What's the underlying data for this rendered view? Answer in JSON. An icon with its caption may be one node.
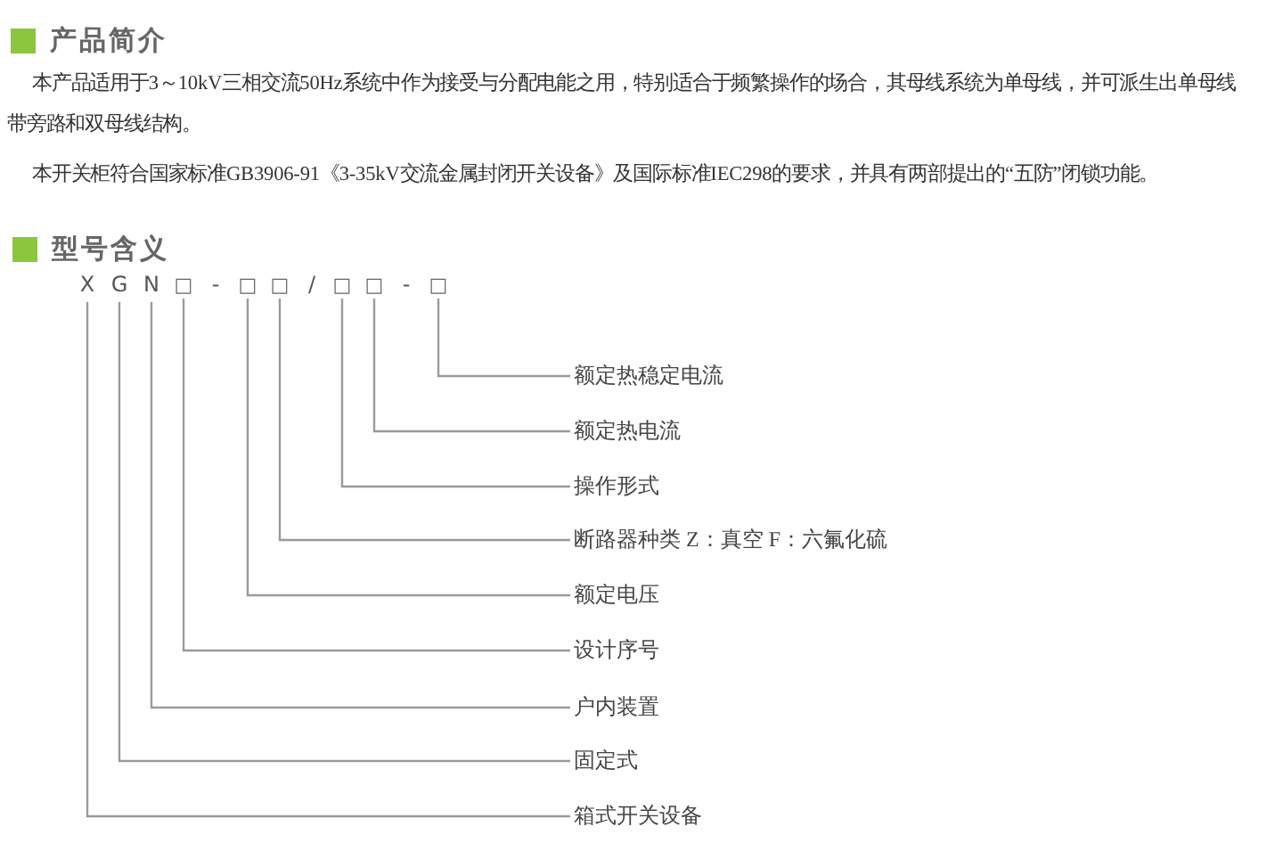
{
  "diagram": {
    "nodes": [
      {
        "text": [
          "X"
        ]
      },
      {
        "text": [
          "G"
        ]
      },
      {
        "text": [
          "N"
        ]
      },
      {
        "text": [
          "□"
        ]
      },
      {
        "text": [
          "□"
        ]
      },
      {
        "text": [
          "□"
        ]
      },
      {
        "text": [
          "□"
        ]
      },
      {
        "text": [
          "□"
        ]
      },
      {
        "text": [
          "□"
        ]
      },
      {
        "text": [
          "额定热稳定电流"
        ]
      },
      {
        "text": [
          "额定热电流"
        ]
      },
      {
        "text": [
          "操作形式"
        ]
      },
      {
        "text": [
          "断路器种类 Z：真空 F：六氟化硫"
        ]
      },
      {
        "text": [
          "额定电压"
        ]
      },
      {
        "text": [
          "设计序号"
        ]
      },
      {
        "text": [
          "户内装置"
        ]
      },
      {
        "text": [
          "固定式"
        ]
      },
      {
        "text": [
          "箱式开关设备"
        ]
      }
    ],
    "edges": [
      {
        "from": 9,
        "to": 8,
        "arrow": "none"
      },
      {
        "from": 10,
        "to": 7,
        "arrow": "none"
      },
      {
        "from": 11,
        "to": 6,
        "arrow": "none"
      },
      {
        "from": 12,
        "to": 5,
        "arrow": "none"
      },
      {
        "from": 13,
        "to": 4,
        "arrow": "none"
      },
      {
        "from": 14,
        "to": 3,
        "arrow": "none"
      },
      {
        "from": 15,
        "to": 2,
        "arrow": "none"
      },
      {
        "from": 16,
        "to": 1,
        "arrow": "none"
      },
      {
        "from": 17,
        "to": 0,
        "arrow": "none"
      }
    ],
    "labels": [
      "产品简介",
      "本产品适用于3～10kV三相交流50Hz系统中作为接受与分配电能之用，特别适合于频繁操作的场合，其母线系统为单母线，并可派生出单母线带旁路和双母线结构。",
      "本开关柜符合国家标准GB3906-91《3-35kV交流金属封闭开关设备》及国际标准IEC298的要求，并具有两部提出的“五防”闭锁功能。",
      "型号含义",
      "-",
      "/",
      "-"
    ]
  }
}
